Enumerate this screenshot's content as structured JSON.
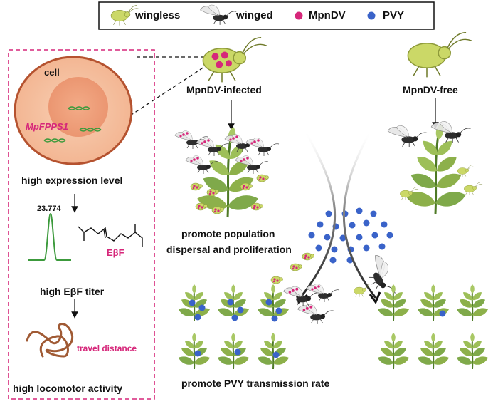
{
  "legend": {
    "wingless": "wingless",
    "winged": "winged",
    "virus1": "MpnDV",
    "virus2": "PVY"
  },
  "cell_panel": {
    "cell_label": "cell",
    "gene": "MpFPPS1",
    "expression": "high expression level",
    "peak_time": "23.774",
    "compound": "EβF",
    "titer": "high EβF titer",
    "travel": "travel distance",
    "activity": "high locomotor activity"
  },
  "infected": {
    "label": "MpnDV-infected",
    "effect_line1": "promote population",
    "effect_line2": "dispersal and proliferation",
    "transmission": "promote PVY transmission rate"
  },
  "free": {
    "label": "MpnDV-free"
  },
  "colors": {
    "mpndv": "#d6277a",
    "pvy": "#3a63c9",
    "dashed_box": "#d6277a",
    "aphid_body": "#cbd867",
    "leaf": "#8db04a",
    "peak": "#3c9a3c"
  }
}
